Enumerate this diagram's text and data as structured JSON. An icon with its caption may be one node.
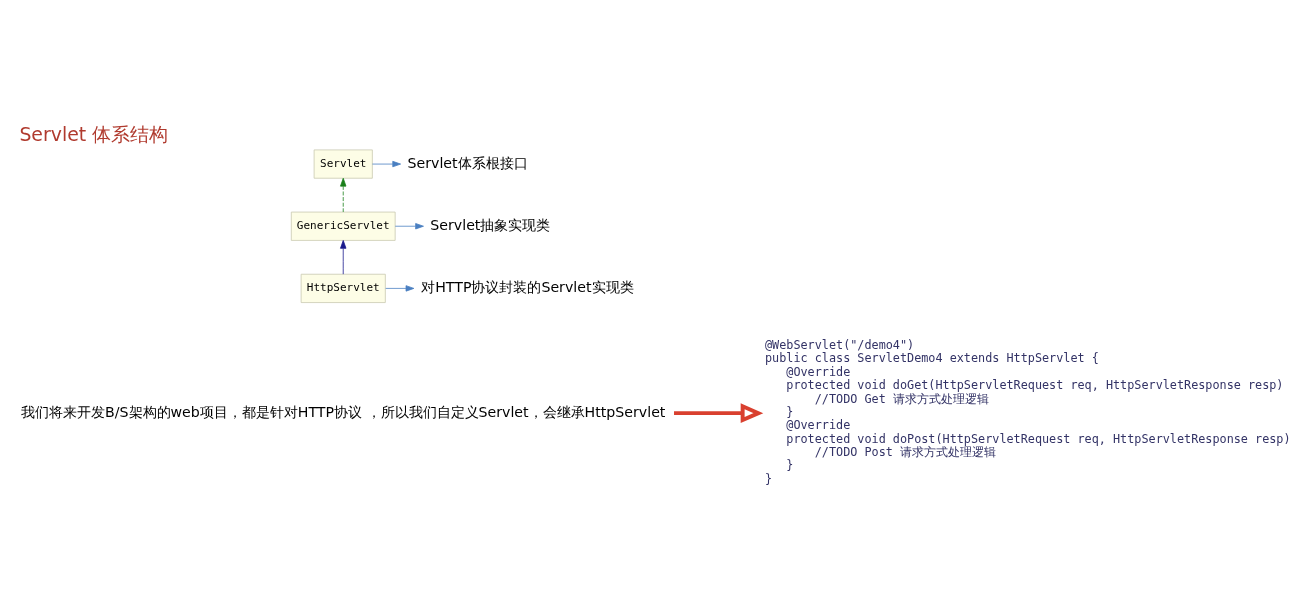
{
  "diagram": {
    "title": "Servlet 体系结构",
    "nodes": [
      {
        "text": [
          "Servlet"
        ]
      },
      {
        "text": [
          "GenericServlet"
        ]
      },
      {
        "text": [
          "HttpServlet"
        ]
      },
      {
        "text": [
          "Servlet体系根接口"
        ]
      },
      {
        "text": [
          "Servlet抽象实现类"
        ]
      },
      {
        "text": [
          "对HTTP协议封装的Servlet实现类"
        ]
      },
      {
        "text": [
          "我们将来开发B/S架构的web项目，都是针对HTTP协议 ，所以我们自定义Servlet，会继承HttpServlet"
        ]
      },
      {
        "text": [
          "@WebServlet(\"/demo4\")",
          "public class ServletDemo4 extends HttpServlet {",
          "    @Override",
          "    protected void doGet(HttpServletRequest req, HttpServletResponse resp)",
          "        //TODO Get 请求方式处理逻辑",
          "    }",
          "    @Override",
          "    protected void doPost(HttpServletRequest req, HttpServletResponse resp)",
          "        //TODO Post 请求方式处理逻辑",
          "    }",
          "}"
        ]
      }
    ],
    "edges": [
      {
        "from": 1,
        "to": 0,
        "arrow": "to",
        "style": "dashed",
        "color": "#1a7f1a"
      },
      {
        "from": 2,
        "to": 1,
        "arrow": "to",
        "color": "#1a1a8c"
      },
      {
        "from": 0,
        "to": 3,
        "arrow": "to"
      },
      {
        "from": 1,
        "to": 4,
        "arrow": "to"
      },
      {
        "from": 2,
        "to": 5,
        "arrow": "to"
      },
      {
        "from": 6,
        "to": 7,
        "arrow": "to",
        "style": "thick",
        "color": "#d9402f"
      }
    ]
  }
}
